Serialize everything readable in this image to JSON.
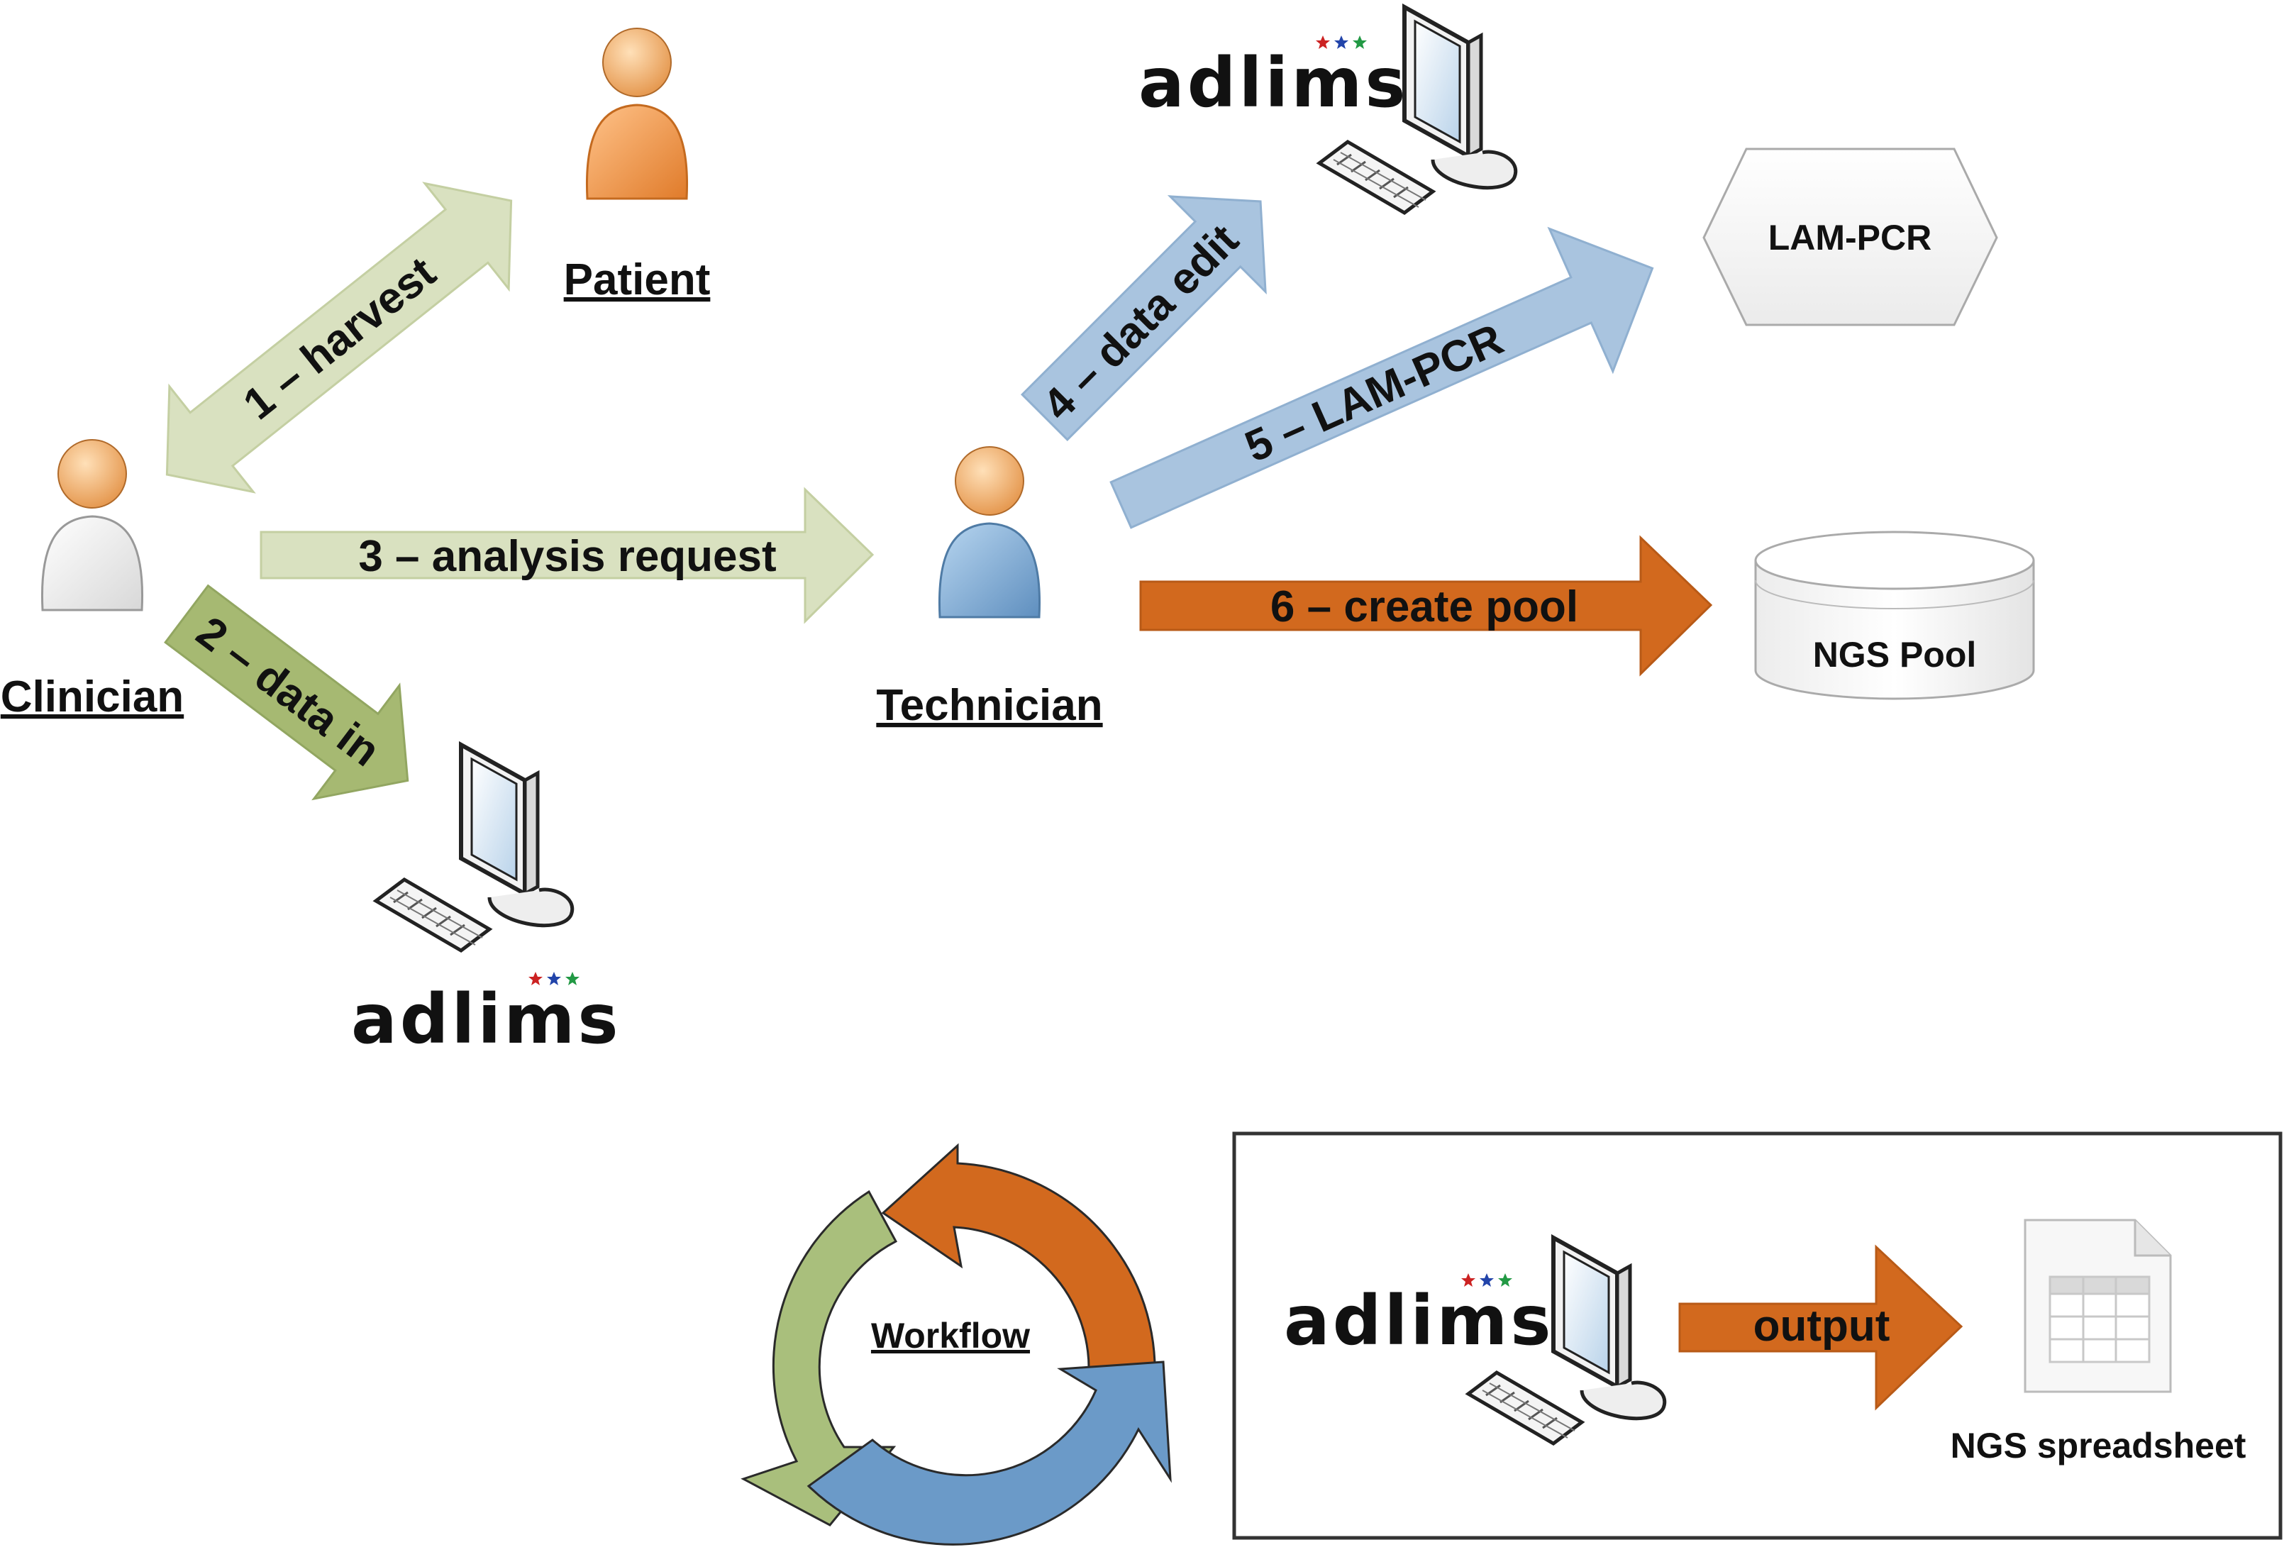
{
  "actors": {
    "patient": "Patient",
    "clinician": "Clinician",
    "technician": "Technician"
  },
  "arrows": {
    "harvest": "1 – harvest",
    "data_in": "2 – data in",
    "analysis_request": "3 – analysis request",
    "data_edit": "4 – data edit",
    "lam_pcr": "5 – LAM-PCR",
    "create_pool": "6 – create pool",
    "output": "output"
  },
  "nodes": {
    "lam_pcr": "LAM-PCR",
    "ngs_pool": "NGS Pool",
    "ngs_spreadsheet": "NGS spreadsheet"
  },
  "cycle": {
    "label": "Workflow"
  },
  "logo": {
    "text": "adlims"
  },
  "colors": {
    "green_arrow": "#d6dfbd",
    "green_dark": "#b3c487",
    "blue_arrow": "#a9c4df",
    "orange_arrow": "#d2691e",
    "cycle_green": "#a9bf7c",
    "cycle_orange": "#d2691e",
    "cycle_blue": "#6b9ac8"
  }
}
